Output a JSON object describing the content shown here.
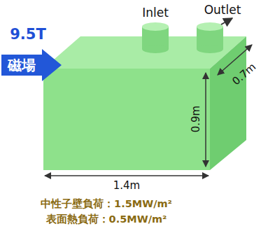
{
  "diagram": {
    "nodes": [
      {
        "text": [
          "磁場"
        ]
      }
    ],
    "labels": [
      "Inlet",
      "Outlet",
      "9.5T",
      "0.7m",
      "0.9m",
      "1.4m",
      "中性子壁負荷：1.5MW/m²",
      "表面熱負荷：0.5MW/m²"
    ]
  }
}
